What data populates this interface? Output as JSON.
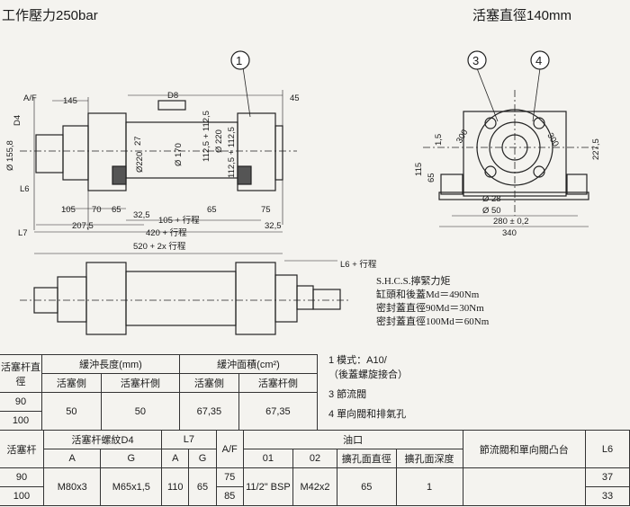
{
  "header": {
    "left": "工作壓力250bar",
    "right": "活塞直徑140mm"
  },
  "callouts": [
    "1",
    "3",
    "4"
  ],
  "dims": {
    "af": "A/F",
    "d4": "D4",
    "d155": "Ø 155,8",
    "l6": "L6",
    "l7": "L7",
    "d145": "145",
    "d8": "D8",
    "d45": "45",
    "d27": "27",
    "d220a": "Ø220",
    "d170": "Ø 170",
    "d112": "112,5 + 112,5",
    "d220b": "Ø 220",
    "d112b": "112,5 + 112,5",
    "d105": "105",
    "d70": "70",
    "d65": "65",
    "d32a": "32,5",
    "d65b": "65",
    "d75": "75",
    "d207": "207,5",
    "d105s": "105 + 行程",
    "d32b": "32,5",
    "d420s": "420 + 行程",
    "d520s": "520 + 2x 行程",
    "l6s": "L6 + 行程",
    "r300a": "300",
    "r300b": "300",
    "r15": "1,5",
    "r227": "227,5",
    "r115": "115",
    "r65": "65",
    "r28": "Ø 28",
    "r50": "Ø 50",
    "r280": "280 ± 0,2",
    "r340": "340"
  },
  "torque": {
    "title": "S.H.C.S.擰緊力矩",
    "l1": "缸頭和後蓋Md＝490Nm",
    "l2": "密封蓋直徑90Md＝30Nm",
    "l3": "密封蓋直徑100Md＝60Nm"
  },
  "legend": {
    "n1": "1  模式：A10/",
    "n1b": "（後蓋螺旋接合）",
    "n3": "3  節流閥",
    "n4": "4  單向閥和排氣孔"
  },
  "table1": {
    "h_rod": "活塞杆直徑",
    "h_len": "緩沖長度(mm)",
    "h_area": "緩沖面積(cm²)",
    "sub": [
      "活塞側",
      "活塞杆側",
      "活塞側",
      "活塞杆側"
    ],
    "rods": [
      "90",
      "100"
    ],
    "vals": [
      "50",
      "50",
      "67,35",
      "67,35"
    ]
  },
  "table2": {
    "h_rod": "活塞杆",
    "h_thread": "活塞杆螺紋D4",
    "h_l7": "L7",
    "h_af": "A/F",
    "h_oil": "油口",
    "h_valve": "節流閥和單向閥凸台",
    "h_l6": "L6",
    "sub": [
      "A",
      "G",
      "A",
      "G",
      "01",
      "02",
      "擴孔面直徑",
      "擴孔面深度"
    ],
    "rods": [
      "90",
      "100"
    ],
    "vals": [
      "M80x3",
      "M65x1,5",
      "110",
      "65",
      "11/2\" BSP",
      "M42x2",
      "65",
      "1"
    ],
    "af": [
      "75",
      "85"
    ],
    "l6": [
      "37",
      "33"
    ]
  }
}
